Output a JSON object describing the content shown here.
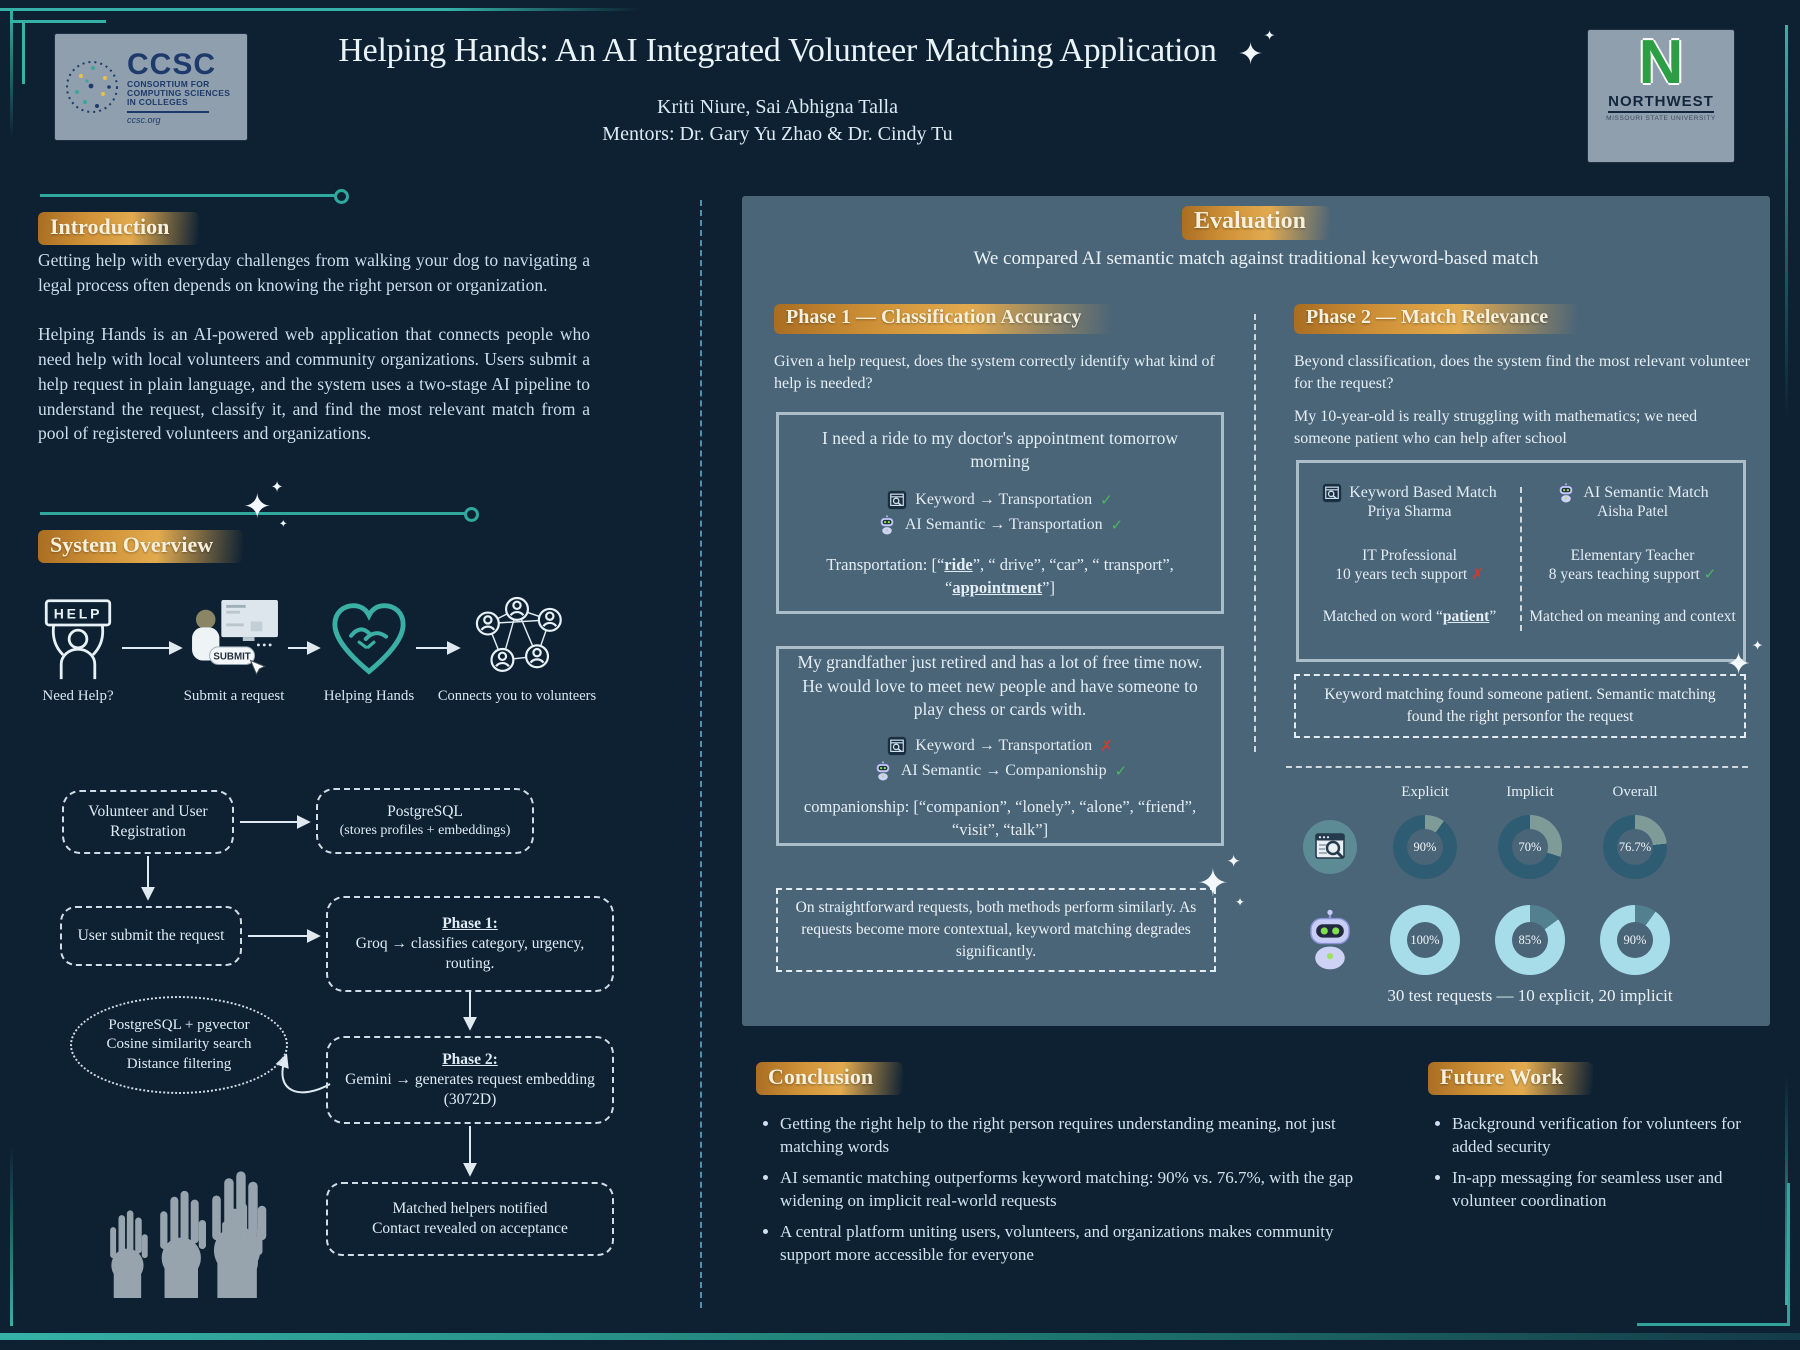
{
  "icons": {
    "sparkle_glyph": "✦"
  },
  "header": {
    "title": "Helping Hands: An AI Integrated Volunteer Matching Application",
    "authors": "Kriti Niure, Sai Abhigna Talla",
    "mentors": "Mentors: Dr. Gary Yu Zhao & Dr. Cindy Tu",
    "ccsc_logo": {
      "acronym": "CCSC",
      "name_lines": [
        "CONSORTIUM FOR",
        "COMPUTING SCIENCES",
        "IN COLLEGES"
      ],
      "url": "ccsc.org"
    },
    "nw_logo": {
      "letter": "N",
      "name": "NORTHWEST",
      "subname": "MISSOURI STATE UNIVERSITY"
    }
  },
  "intro": {
    "heading": "Introduction",
    "p1": "Getting help with everyday challenges from walking your dog to navigating a legal process often depends on knowing the right person or organization.",
    "p2": "Helping Hands is an AI-powered web application that connects people who need help with local volunteers and community organizations. Users submit a help request in plain language, and the system uses a two-stage AI pipeline to understand the request, classify it, and find the most relevant match from a pool of registered volunteers and organizations."
  },
  "system_overview": {
    "heading": "System Overview",
    "steps": [
      {
        "label": "Need Help?",
        "sign": "HELP"
      },
      {
        "label": "Submit a request",
        "button": "SUBMIT"
      },
      {
        "label": "Helping Hands"
      },
      {
        "label": "Connects you to volunteers"
      }
    ],
    "flow": {
      "registration": "Volunteer and User Registration",
      "postgres_l1": "PostgreSQL",
      "postgres_l2": "(stores profiles +  embeddings)",
      "user_request": "User submit the request",
      "phase1_title": "Phase 1:",
      "phase1_body": "Groq → classifies category, urgency, routing.",
      "vector": [
        "PostgreSQL + pgvector",
        "Cosine similarity search",
        "Distance filtering"
      ],
      "phase2_title": "Phase 2:",
      "phase2_body": "Gemini → generates request embedding",
      "phase2_dim": "(3072D)",
      "matched_l1": "Matched helpers notified",
      "matched_l2": "Contact revealed on acceptance"
    }
  },
  "evaluation": {
    "heading": "Evaluation",
    "subtitle": "We compared AI semantic match against traditional keyword-based match",
    "phase1": {
      "heading": "Phase 1 — Classification Accuracy",
      "question": "Given a help request, does the system correctly identify what kind of help is needed?",
      "example1": {
        "request": "I need a ride to my doctor's appointment tomorrow morning",
        "keyword_label": "Keyword → Transportation",
        "keyword_mark": "✓",
        "semantic_label": "AI Semantic → Transportation",
        "semantic_mark": "✓",
        "kw_prefix": "Transportation: [“",
        "kw_hl1": "ride",
        "kw_mid": "”, “ drive”, “car”, “ transport”, “",
        "kw_hl2": "appointment",
        "kw_suffix": "”]"
      },
      "example2": {
        "request": "My grandfather just retired and has a lot of free time now. He would love to meet new people and have someone to play chess or cards with.",
        "keyword_label": "Keyword → Transportation",
        "keyword_mark": "✗",
        "semantic_label": "AI Semantic → Companionship",
        "semantic_mark": "✓",
        "keywords": "companionship: [“companion”, “lonely”, “alone”, “friend”, “visit”, “talk”]"
      },
      "note": "On straightforward requests, both methods perform similarly. As requests become more contextual, keyword matching degrades significantly."
    },
    "phase2": {
      "heading": "Phase 2 — Match Relevance",
      "question": "Beyond classification, does the system find the most relevant volunteer for the request?",
      "scenario": "My 10-year-old is really struggling with mathematics; we need someone patient who can help after school",
      "keyword_match": {
        "title": "Keyword Based Match",
        "name": "Priya Sharma",
        "role": "IT Professional",
        "experience": "10 years tech support",
        "mark": "✗",
        "note_prefix": "Matched on word “",
        "note_hl": "patient",
        "note_suffix": "”"
      },
      "semantic_match": {
        "title": "AI Semantic Match",
        "name": "Aisha Patel",
        "role": "Elementary Teacher",
        "experience": "8 years teaching support",
        "mark": "✓",
        "note": "Matched on meaning and context"
      },
      "note": "Keyword matching found someone patient. Semantic matching found the right personfor the request"
    }
  },
  "chart_data": {
    "type": "donut-grid",
    "columns": [
      "Explicit",
      "Implicit",
      "Overall"
    ],
    "rows": [
      {
        "name": "Keyword matching",
        "icon": "keyword-search-icon",
        "values": [
          90,
          70,
          76.7
        ],
        "labels": [
          "90%",
          "70%",
          "76.7%"
        ],
        "fill_color": "#2e5d73",
        "rest_color": "#7e9b97"
      },
      {
        "name": "AI semantic matching",
        "icon": "robot-icon",
        "values": [
          100,
          85,
          90
        ],
        "labels": [
          "100%",
          "85%",
          "90%"
        ],
        "fill_color": "#a7dde9",
        "rest_color": "#53808f"
      }
    ],
    "legend_position": "left-icons",
    "caption": "30 test requests — 10 explicit, 20 implicit"
  },
  "conclusion": {
    "heading": "Conclusion",
    "bullets": [
      "Getting the right help to the right person requires understanding meaning, not just matching words",
      "AI semantic matching outperforms keyword matching: 90% vs. 76.7%, with the gap widening on implicit real-world requests",
      "A central platform uniting users, volunteers, and organizations makes community support more accessible for everyone"
    ]
  },
  "future_work": {
    "heading": "Future Work",
    "bullets": [
      "Background verification for volunteers for added security",
      "In-app messaging for seamless user and volunteer coordination"
    ]
  }
}
